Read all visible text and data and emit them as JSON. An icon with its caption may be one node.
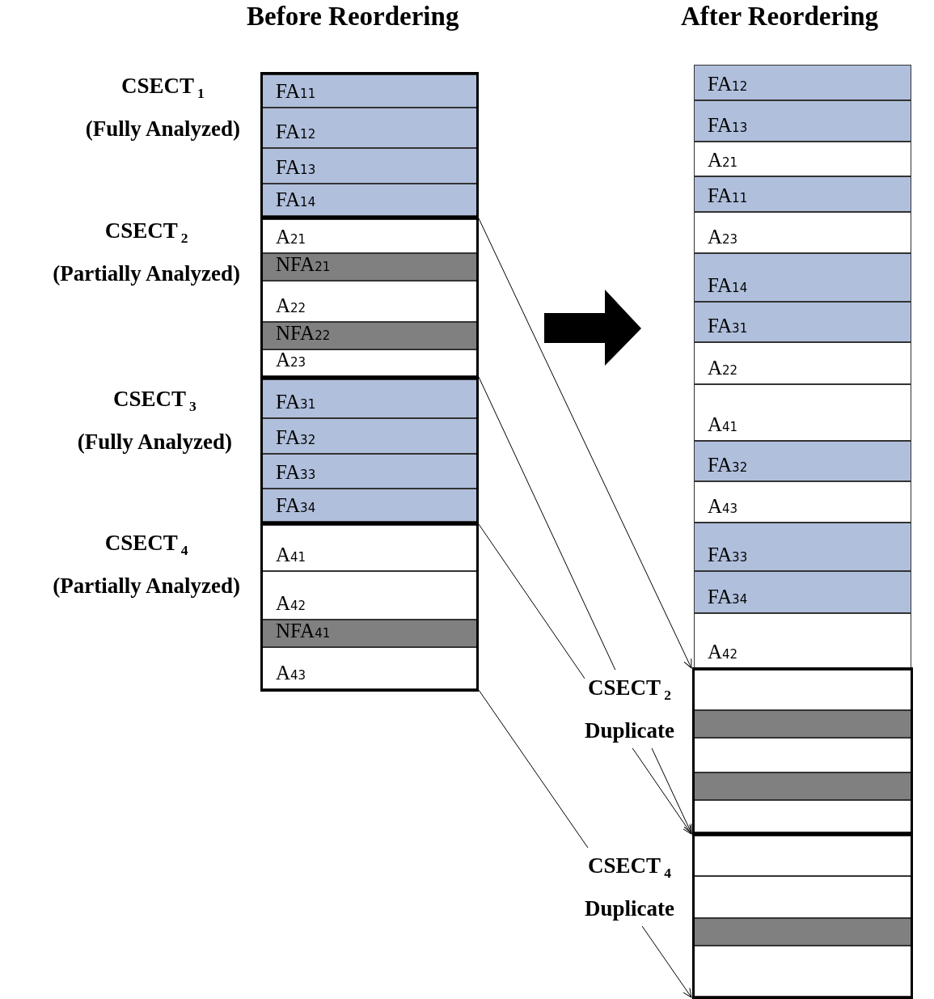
{
  "diagram": {
    "nodes": [
      {
        "text": [
          "CSECT$_{1}$ (Fully Analyzed)"
        ]
      },
      {
        "text": [
          "FA$_{11}$"
        ],
        "in": 0
      },
      {
        "text": [
          "FA$_{12}$"
        ],
        "in": 0
      },
      {
        "text": [
          "FA$_{13}$"
        ],
        "in": 0
      },
      {
        "text": [
          "FA$_{14}$"
        ],
        "in": 0
      },
      {
        "text": [
          "CSECT$_{2}$ (Partially Analyzed)"
        ]
      },
      {
        "text": [
          "A$_{21}$"
        ],
        "in": 5
      },
      {
        "text": [
          "NFA$_{21}$"
        ],
        "in": 5
      },
      {
        "text": [
          "A$_{22}$"
        ],
        "in": 5
      },
      {
        "text": [
          "NFA$_{22}$"
        ],
        "in": 5
      },
      {
        "text": [
          "A$_{23}$"
        ],
        "in": 5
      },
      {
        "text": [
          "CSECT$_{3}$ (Fully Analyzed)"
        ]
      },
      {
        "text": [
          "FA$_{31}$"
        ],
        "in": 11
      },
      {
        "text": [
          "FA$_{32}$"
        ],
        "in": 11
      },
      {
        "text": [
          "FA$_{33}$"
        ],
        "in": 11
      },
      {
        "text": [
          "FA$_{34}$"
        ],
        "in": 11
      },
      {
        "text": [
          "CSECT$_{4}$ (Partially Analyzed)"
        ]
      },
      {
        "text": [
          "A$_{41}$"
        ],
        "in": 16
      },
      {
        "text": [
          "A$_{42}$"
        ],
        "in": 16
      },
      {
        "text": [
          "NFA$_{41}$"
        ],
        "in": 16
      },
      {
        "text": [
          "A$_{43}$"
        ],
        "in": 16
      },
      {
        "text": [
          "FA$_{12}$"
        ]
      },
      {
        "text": [
          "FA$_{13}$"
        ]
      },
      {
        "text": [
          "A$_{21}$"
        ]
      },
      {
        "text": [
          "FA$_{11}$"
        ]
      },
      {
        "text": [
          "A$_{23}$"
        ]
      },
      {
        "text": [
          "FA$_{14}$"
        ]
      },
      {
        "text": [
          "FA$_{31}$"
        ]
      },
      {
        "text": [
          "A$_{22}$"
        ]
      },
      {
        "text": [
          "A$_{41}$"
        ]
      },
      {
        "text": [
          "FA$_{32}$"
        ]
      },
      {
        "text": [
          "A$_{43}$"
        ]
      },
      {
        "text": [
          "FA$_{33}$"
        ]
      },
      {
        "text": [
          "FA$_{34}$"
        ]
      },
      {
        "text": [
          "A$_{42}$"
        ]
      },
      {
        "text": [
          "CSECT$_{2}$ Duplicate"
        ]
      },
      {
        "text": [],
        "shape": "box",
        "in": 35
      },
      {
        "text": [],
        "shape": "box",
        "in": 35
      },
      {
        "text": [],
        "shape": "box",
        "in": 35
      },
      {
        "text": [],
        "shape": "box",
        "in": 35
      },
      {
        "text": [],
        "shape": "box",
        "in": 35
      },
      {
        "text": [
          "CSECT$_{4}$ Duplicate"
        ]
      },
      {
        "text": [],
        "shape": "box",
        "in": 41
      },
      {
        "text": [],
        "shape": "box",
        "in": 41
      },
      {
        "text": [],
        "shape": "box",
        "in": 41
      },
      {
        "text": [],
        "shape": "box",
        "in": 41
      }
    ],
    "edges": [
      {
        "from": 5,
        "to": 35,
        "arrow": "to"
      },
      {
        "from": 5,
        "to": 35,
        "arrow": "to"
      },
      {
        "from": 16,
        "to": 41,
        "arrow": "to"
      },
      {
        "from": 16,
        "to": 41,
        "arrow": "to"
      }
    ],
    "labels": [
      "Before Reordering",
      "After Reordering"
    ]
  }
}
